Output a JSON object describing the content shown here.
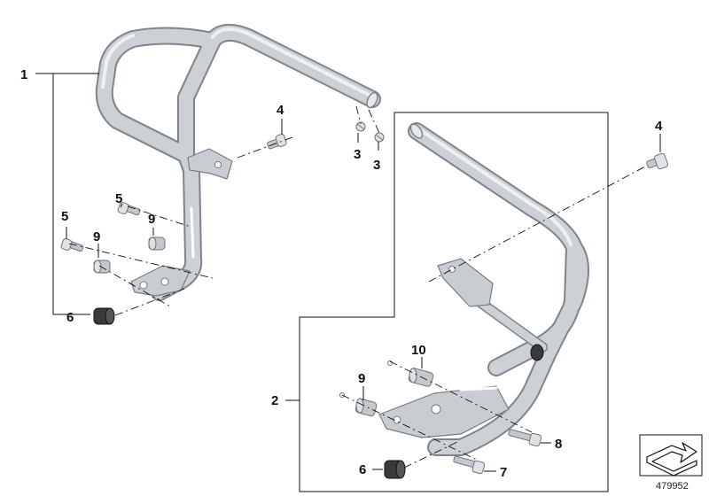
{
  "diagram": {
    "reference_number": "479952",
    "callouts": {
      "c1": "1",
      "c2": "2",
      "c3a": "3",
      "c3b": "3",
      "c4a": "4",
      "c4b": "4",
      "c5a": "5",
      "c5b": "5",
      "c6a": "6",
      "c6b": "6",
      "c7": "7",
      "c8": "8",
      "c9a": "9",
      "c9b": "9",
      "c9c": "9",
      "c10": "10"
    },
    "icons": {
      "direction": "arrow-plate-icon",
      "bar": "crash-bar-icon",
      "rubber": "rubber-bumper-icon",
      "bolt": "bolt-icon",
      "spacer": "spacer-sleeve-icon"
    }
  }
}
